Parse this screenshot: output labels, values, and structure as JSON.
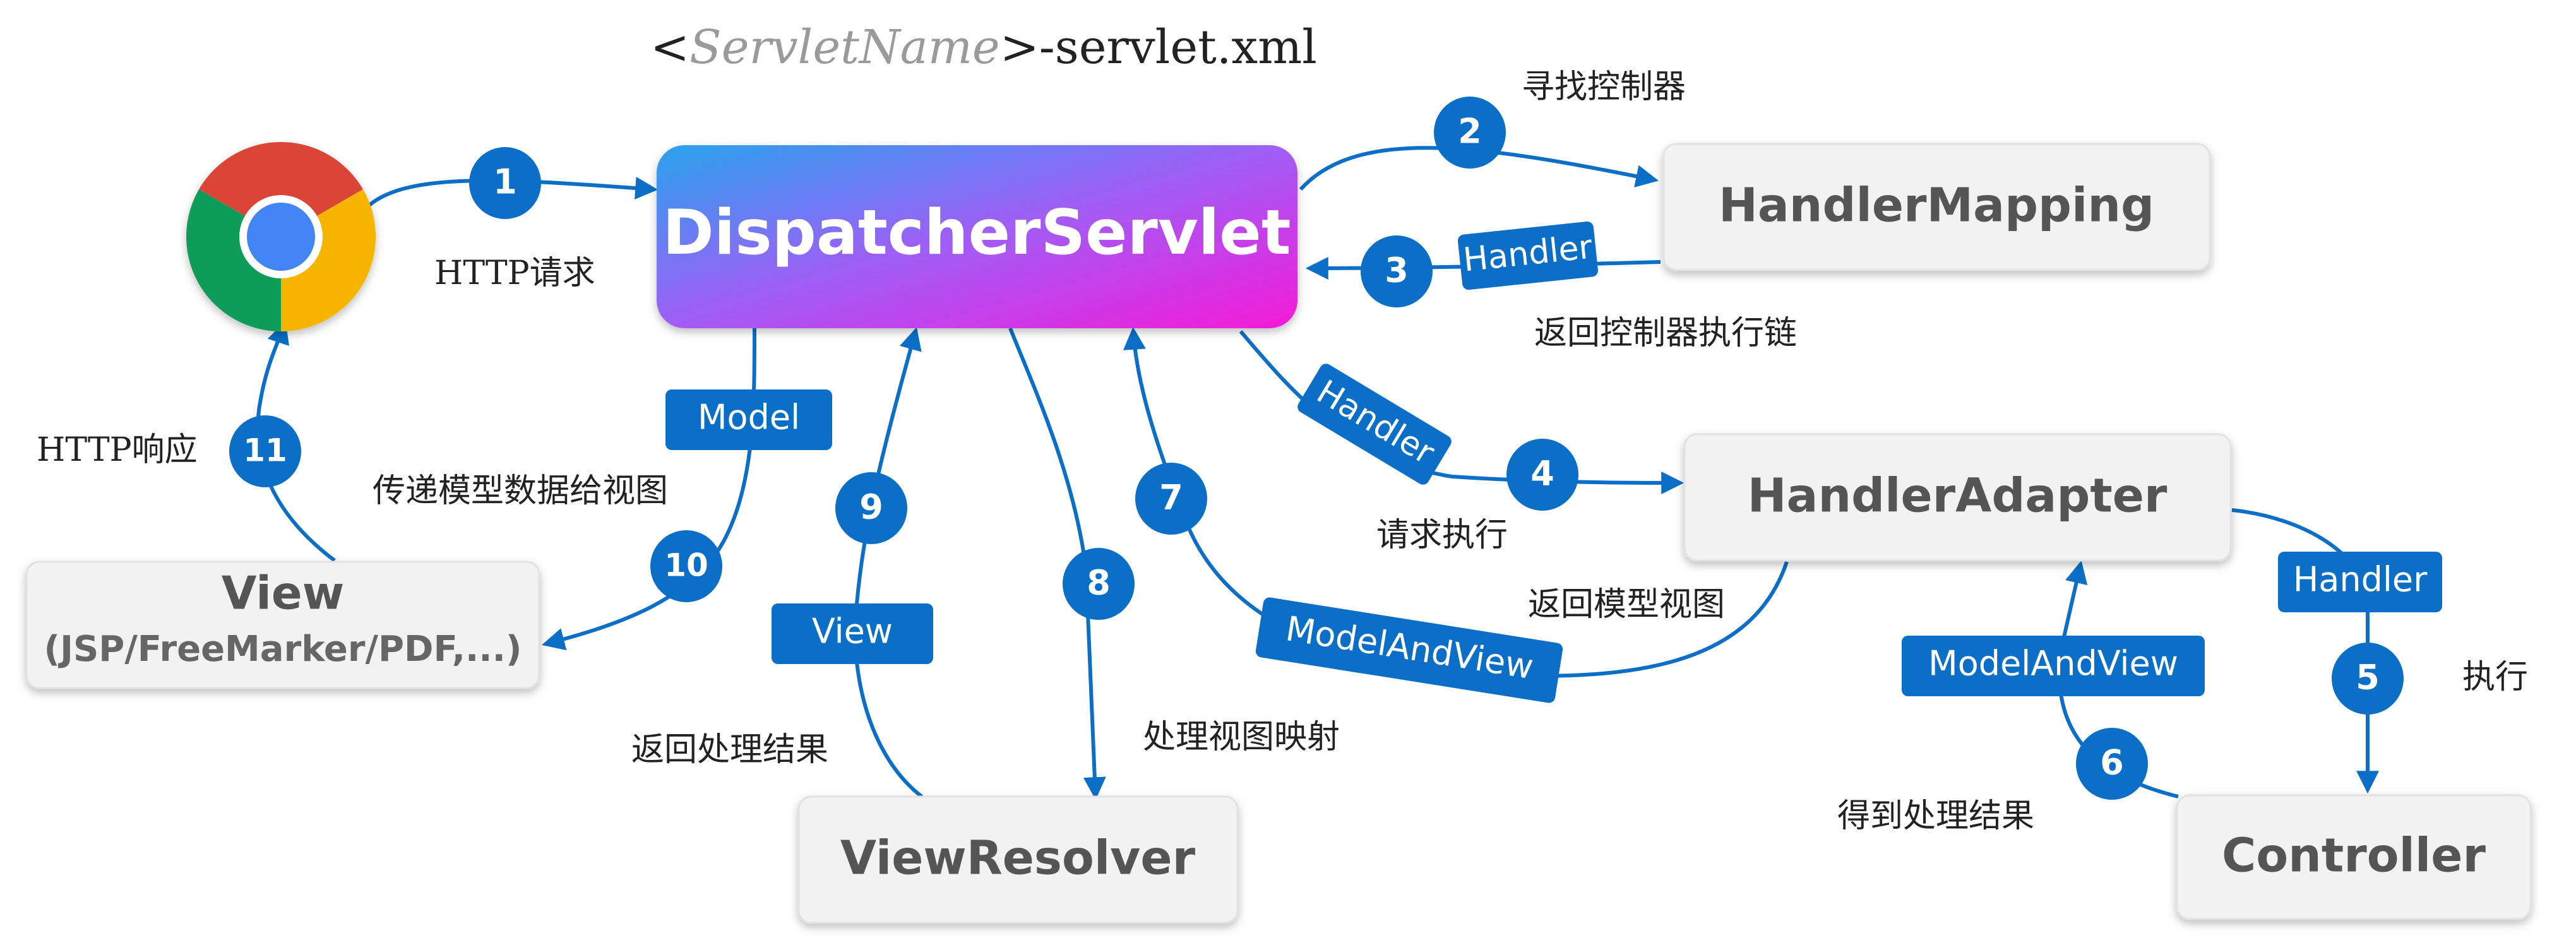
{
  "title": {
    "open_bracket": "<",
    "servlet_name": "ServletName",
    "close_bracket_suffix": ">-servlet.xml"
  },
  "nodes": {
    "dispatcher": "DispatcherServlet",
    "handler_mapping": "HandlerMapping",
    "handler_adapter": "HandlerAdapter",
    "controller": "Controller",
    "view_resolver": "ViewResolver",
    "view_title": "View",
    "view_subtitle": "(JSP/FreeMarker/PDF,...)"
  },
  "steps": [
    "1",
    "2",
    "3",
    "4",
    "5",
    "6",
    "7",
    "8",
    "9",
    "10",
    "11"
  ],
  "tags": {
    "handler_3": "Handler",
    "handler_4": "Handler",
    "handler_5": "Handler",
    "model": "Model",
    "view": "View",
    "model_and_view_6": "ModelAndView",
    "model_and_view_7": "ModelAndView"
  },
  "labels": {
    "http_request": "HTTP请求",
    "find_controller": "寻找控制器",
    "return_chain": "返回控制器执行链",
    "request_execute": "请求执行",
    "execute": "执行",
    "get_result": "得到处理结果",
    "return_model_view": "返回模型视图",
    "view_mapping": "处理视图映射",
    "return_result": "返回处理结果",
    "pass_model": "传递模型数据给视图",
    "http_response": "HTTP响应"
  },
  "colors": {
    "step_blue": "#0b6fc7",
    "node_bg": "#f2f2f2",
    "node_text": "#555555",
    "grad_start": "#29a3ee",
    "grad_mid": "#a15df5",
    "grad_end": "#f51ad8"
  }
}
